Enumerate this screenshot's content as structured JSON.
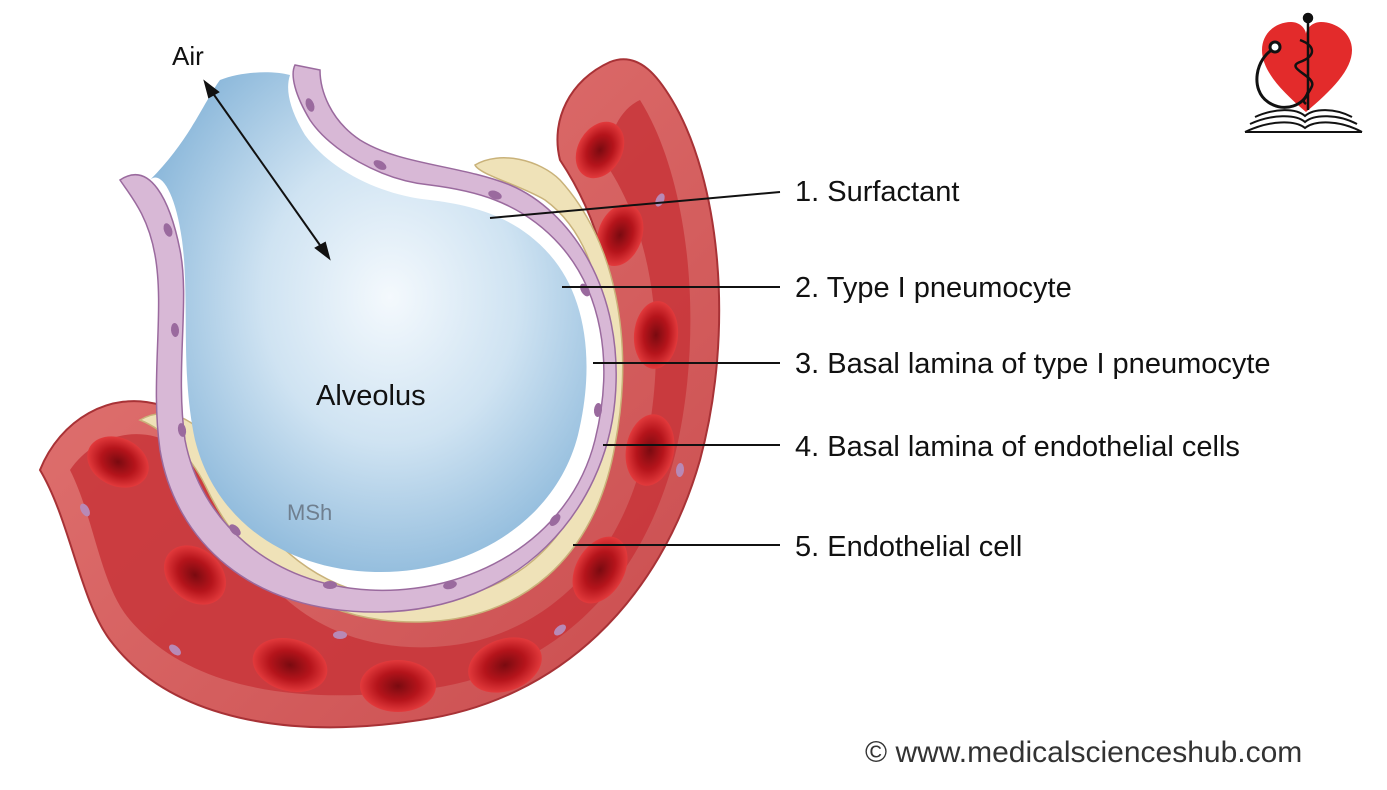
{
  "labels": {
    "air": "Air",
    "alveolus": "Alveolus",
    "watermark": "MSh",
    "copyright": "© www.medicalscienceshub.com"
  },
  "callouts": [
    {
      "text": "1. Surfactant"
    },
    {
      "text": "2. Type I pneumocyte"
    },
    {
      "text": "3. Basal lamina of type I pneumocyte"
    },
    {
      "text": "4. Basal lamina of endothelial cells"
    },
    {
      "text": "5. Endothelial cell"
    }
  ],
  "logo": {
    "icon": "heart-stethoscope-caduceus-book-logo",
    "color_heart": "#e32b2b"
  },
  "colors": {
    "alveolus_fill": "#a9cbe6",
    "pneumocyte": "#d8b8d6",
    "nucleus": "#9a6a9e",
    "surfactant": "#efe2b8",
    "vessel_wall": "#d9605f",
    "blood": "#c8232a",
    "rbc": "#b5141b"
  }
}
